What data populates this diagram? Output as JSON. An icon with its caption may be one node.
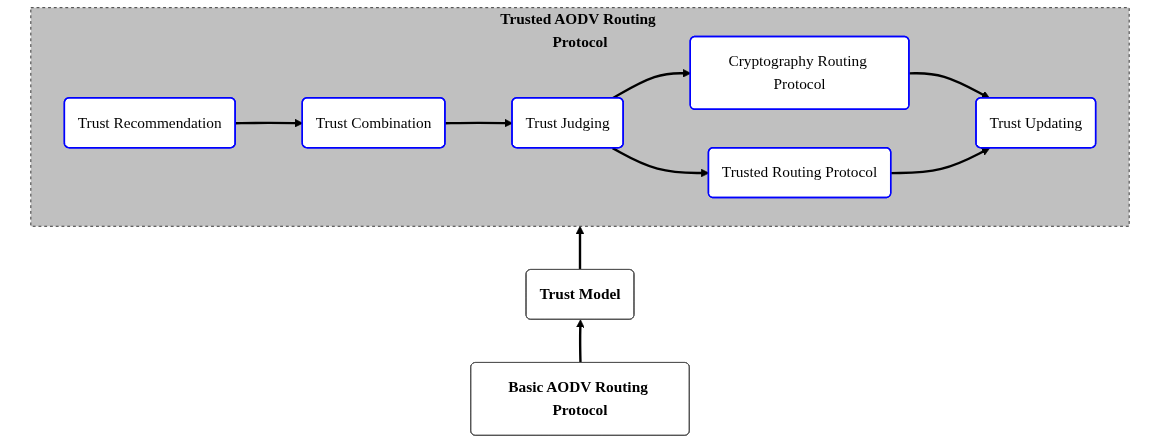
{
  "diagram": {
    "nodes": [
      {
        "text": [
          "Trusted AODV Routing Protocol"
        ]
      },
      {
        "text": [
          "Trust Recommendation"
        ],
        "in": 0
      },
      {
        "text": [
          "Trust Combination"
        ],
        "in": 0
      },
      {
        "text": [
          "Trust Judging"
        ],
        "in": 0
      },
      {
        "text": [
          "Cryptography Routing Protocol"
        ],
        "in": 0
      },
      {
        "text": [
          "Trusted Routing Protocol"
        ],
        "in": 0
      },
      {
        "text": [
          "Trust Updating"
        ],
        "in": 0
      },
      {
        "text": [
          "Trust Model"
        ]
      },
      {
        "text": [
          "Basic AODV Routing Protocol"
        ]
      }
    ],
    "edges": [
      {
        "from": 1,
        "to": 2,
        "arrow": "to"
      },
      {
        "from": 2,
        "to": 3,
        "arrow": "to"
      },
      {
        "from": 3,
        "to": 4,
        "arrow": "to"
      },
      {
        "from": 3,
        "to": 5,
        "arrow": "to"
      },
      {
        "from": 4,
        "to": 6,
        "arrow": "to"
      },
      {
        "from": 5,
        "to": 6,
        "arrow": "to"
      },
      {
        "from": 7,
        "to": 0,
        "arrow": "to"
      },
      {
        "from": 8,
        "to": 7,
        "arrow": "to"
      }
    ]
  }
}
